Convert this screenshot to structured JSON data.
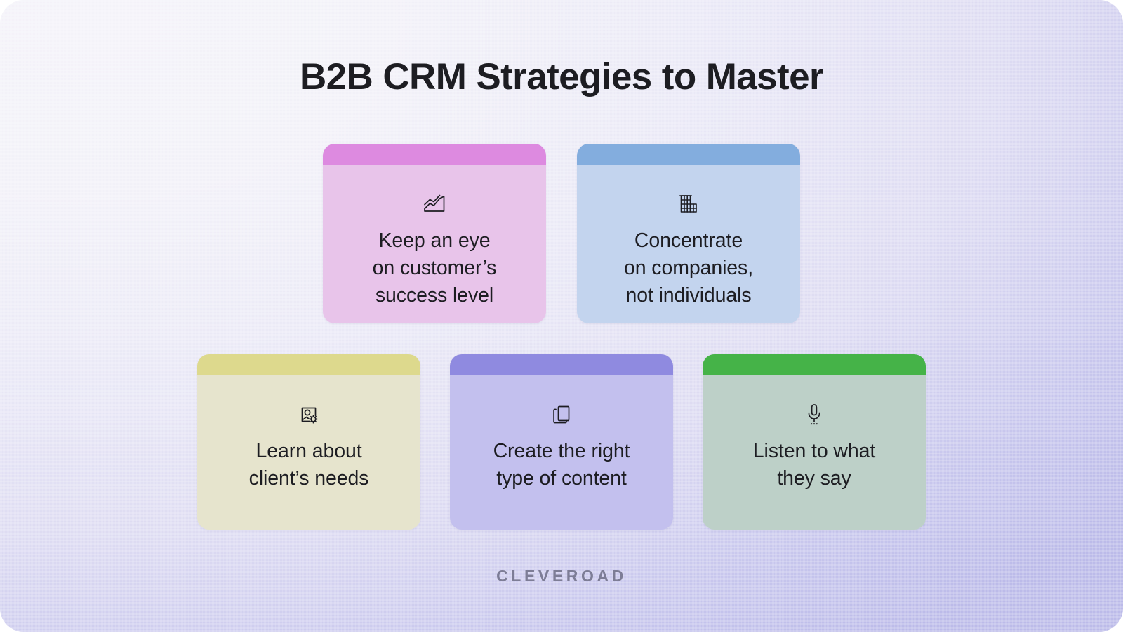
{
  "page": {
    "title": "B2B CRM Strategies to Master",
    "background_start": "#f5f4fa",
    "background_end": "#bdbcea",
    "text_color": "#1d1d22"
  },
  "cards_top": [
    {
      "id": "customer-success-level",
      "icon": "area-chart-icon",
      "text": "Keep an eye\non customer’s\nsuccess level",
      "header_color": "#dd8ae0",
      "body_color": "#e8c4ea"
    },
    {
      "id": "focus-on-companies",
      "icon": "office-building-icon",
      "text": "Concentrate\non companies,\nnot individuals",
      "header_color": "#83adde",
      "body_color": "#c3d4ee"
    }
  ],
  "cards_bottom": [
    {
      "id": "learn-client-needs",
      "icon": "image-settings-icon",
      "text": "Learn about\nclient’s needs",
      "header_color": "#ddd98d",
      "body_color": "#e6e4cd"
    },
    {
      "id": "right-type-of-content",
      "icon": "copy-documents-icon",
      "text": "Create the right\ntype of content",
      "header_color": "#8f8ae0",
      "body_color": "#c3c0ee"
    },
    {
      "id": "listen-to-customers",
      "icon": "microphone-icon",
      "text": "Listen to what\nthey say",
      "header_color": "#45b348",
      "body_color": "#bdd0c8"
    }
  ],
  "footer": {
    "logo": "CLEVEROAD",
    "logo_color": "#7d7d96"
  }
}
